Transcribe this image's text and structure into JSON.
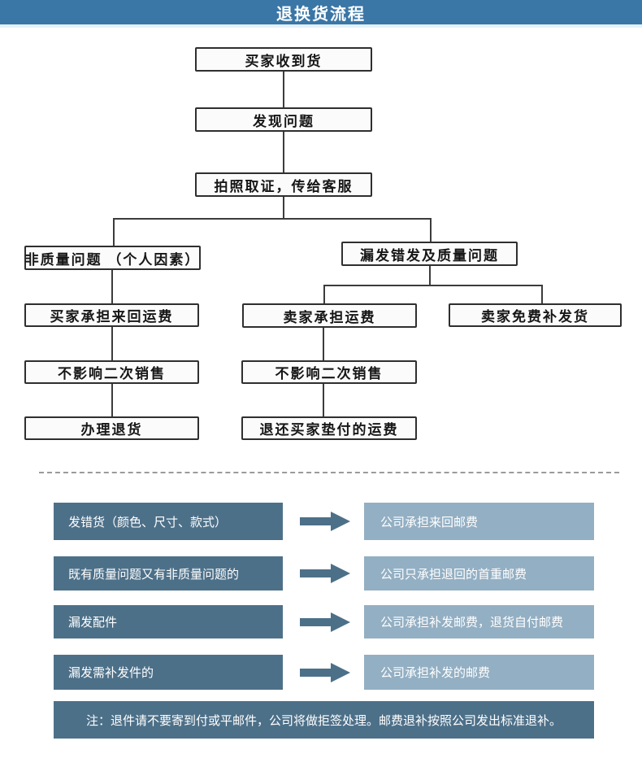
{
  "header": {
    "title": "退换货流程"
  },
  "flowchart": {
    "nodes": [
      {
        "label": "买家收到货"
      },
      {
        "label": "发现问题"
      },
      {
        "label": "拍照取证，传给客服"
      },
      {
        "label": "非质量问题 （个人因素）"
      },
      {
        "label": "漏发错发及质量问题"
      },
      {
        "label": "买家承担来回运费"
      },
      {
        "label": "卖家承担运费"
      },
      {
        "label": "卖家免费补发货"
      },
      {
        "label": "不影响二次销售"
      },
      {
        "label": "不影响二次销售"
      },
      {
        "label": "办理退货"
      },
      {
        "label": "退还买家垫付的运费"
      }
    ]
  },
  "table": {
    "rows": [
      {
        "condition": "发错货（颜色、尺寸、款式）",
        "policy": "公司承担来回邮费"
      },
      {
        "condition": "既有质量问题又有非质量问题的",
        "policy": "公司只承担退回的首重邮费"
      },
      {
        "condition": "漏发配件",
        "policy": "公司承担补发邮费，退货自付邮费"
      },
      {
        "condition": "漏发需补发件的",
        "policy": "公司承担补发的邮费"
      }
    ]
  },
  "note": "注：退件请不要寄到付或平邮件，公司将做拒签处理。邮费退补按照公司发出标准退补。",
  "colors": {
    "header_bg": "#3a76a6",
    "header_text": "#ffffff",
    "node_border": "#2f2f2f",
    "node_bg": "#fbfbfb",
    "connector": "#3c3c3c",
    "dark_box": "#4d7089",
    "light_box": "#93afc3",
    "box_text": "#ffffff",
    "dashed": "#9a9a9a"
  }
}
